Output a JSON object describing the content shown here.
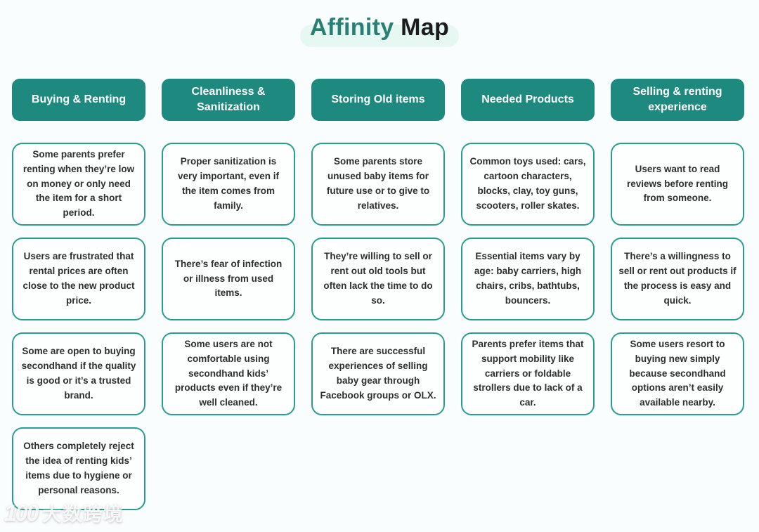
{
  "title": {
    "accent": "Affinity",
    "rest": " Map"
  },
  "colors": {
    "header_teal": "#1E897E",
    "card_border_teal": "#2A9D92",
    "title_accent": "#2B7E74",
    "title_dark": "#1C1C1E",
    "title_highlight": "#E7F8F2",
    "background": "#F9FDFD"
  },
  "columns": [
    {
      "header": "Buying & Renting",
      "cards": [
        "Some parents prefer renting when they’re low on money or only need the item for a short period.",
        "Users are frustrated that rental prices are often close to the new product price.",
        "Some are open to buying secondhand if the quality is good or it’s a trusted brand.",
        "Others completely reject the idea of renting kids’ items due to hygiene or personal reasons."
      ]
    },
    {
      "header": "Cleanliness & Sanitization",
      "cards": [
        "Proper sanitization is very important, even if the item comes from family.",
        "There’s fear of infection or illness from used items.",
        "Some users are not comfortable using secondhand kids’ products even if they’re well cleaned."
      ]
    },
    {
      "header": "Storing Old items",
      "cards": [
        "Some parents store unused baby items for future use or to give to relatives.",
        "They’re willing to sell or rent out old tools but often lack the time to do so.",
        "There are successful experiences of selling baby gear through Facebook groups or OLX."
      ]
    },
    {
      "header": "Needed Products",
      "cards": [
        "Common toys used: cars, cartoon characters, blocks, clay, toy guns, scooters, roller skates.",
        "Essential items vary by age: baby carriers, high chairs, cribs, bathtubs, bouncers.",
        "Parents prefer items that support mobility like carriers or foldable strollers due to lack of a car."
      ]
    },
    {
      "header": "Selling & renting experience",
      "cards": [
        "Users want to read reviews before renting from someone.",
        "There’s a willingness to sell or rent out products if the process is easy and quick.",
        "Some users resort to buying new simply because secondhand options aren’t easily available nearby."
      ]
    }
  ],
  "watermark": {
    "logo": "100",
    "text": "大数跨境"
  }
}
